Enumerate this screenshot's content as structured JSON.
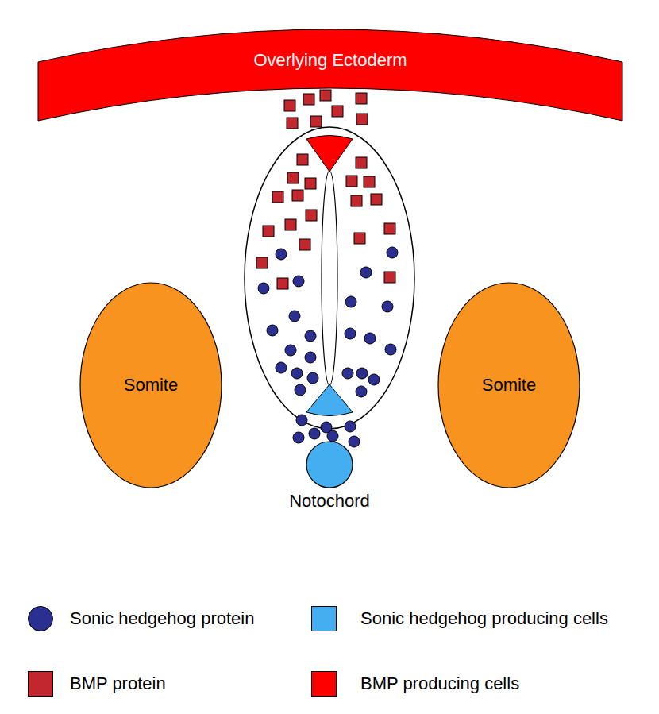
{
  "diagram": {
    "nodes": [
      {
        "text": [
          "Overlying Ectoderm"
        ]
      },
      {
        "text": [
          "Somite"
        ]
      },
      {
        "text": [
          "Somite"
        ]
      },
      {
        "text": [
          "Notochord"
        ]
      }
    ],
    "legend": [
      {
        "text": "Sonic hedgehog protein",
        "color": "#2b2f8f"
      },
      {
        "text": "Sonic hedgehog producing cells",
        "color": "#45aef0"
      },
      {
        "text": "BMP protein",
        "color": "#c1272d"
      },
      {
        "text": "BMP producing cells",
        "color": "#ff0000"
      }
    ]
  }
}
